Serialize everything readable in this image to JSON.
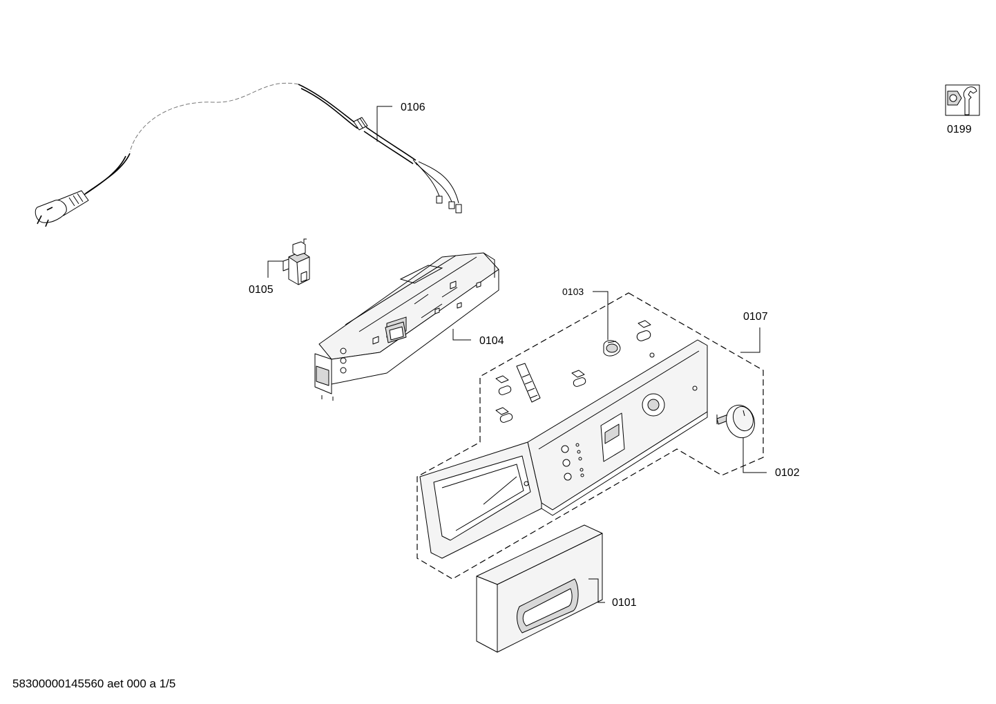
{
  "parts": {
    "p0101": "0101",
    "p0102": "0102",
    "p0103": "0103",
    "p0104": "0104",
    "p0105": "0105",
    "p0106": "0106",
    "p0107": "0107",
    "p0199": "0199"
  },
  "footer": {
    "doc_id": "58300000145560 aet 000 a 1/5"
  },
  "icons": {
    "service_kit": "wrench-nut-icon"
  }
}
